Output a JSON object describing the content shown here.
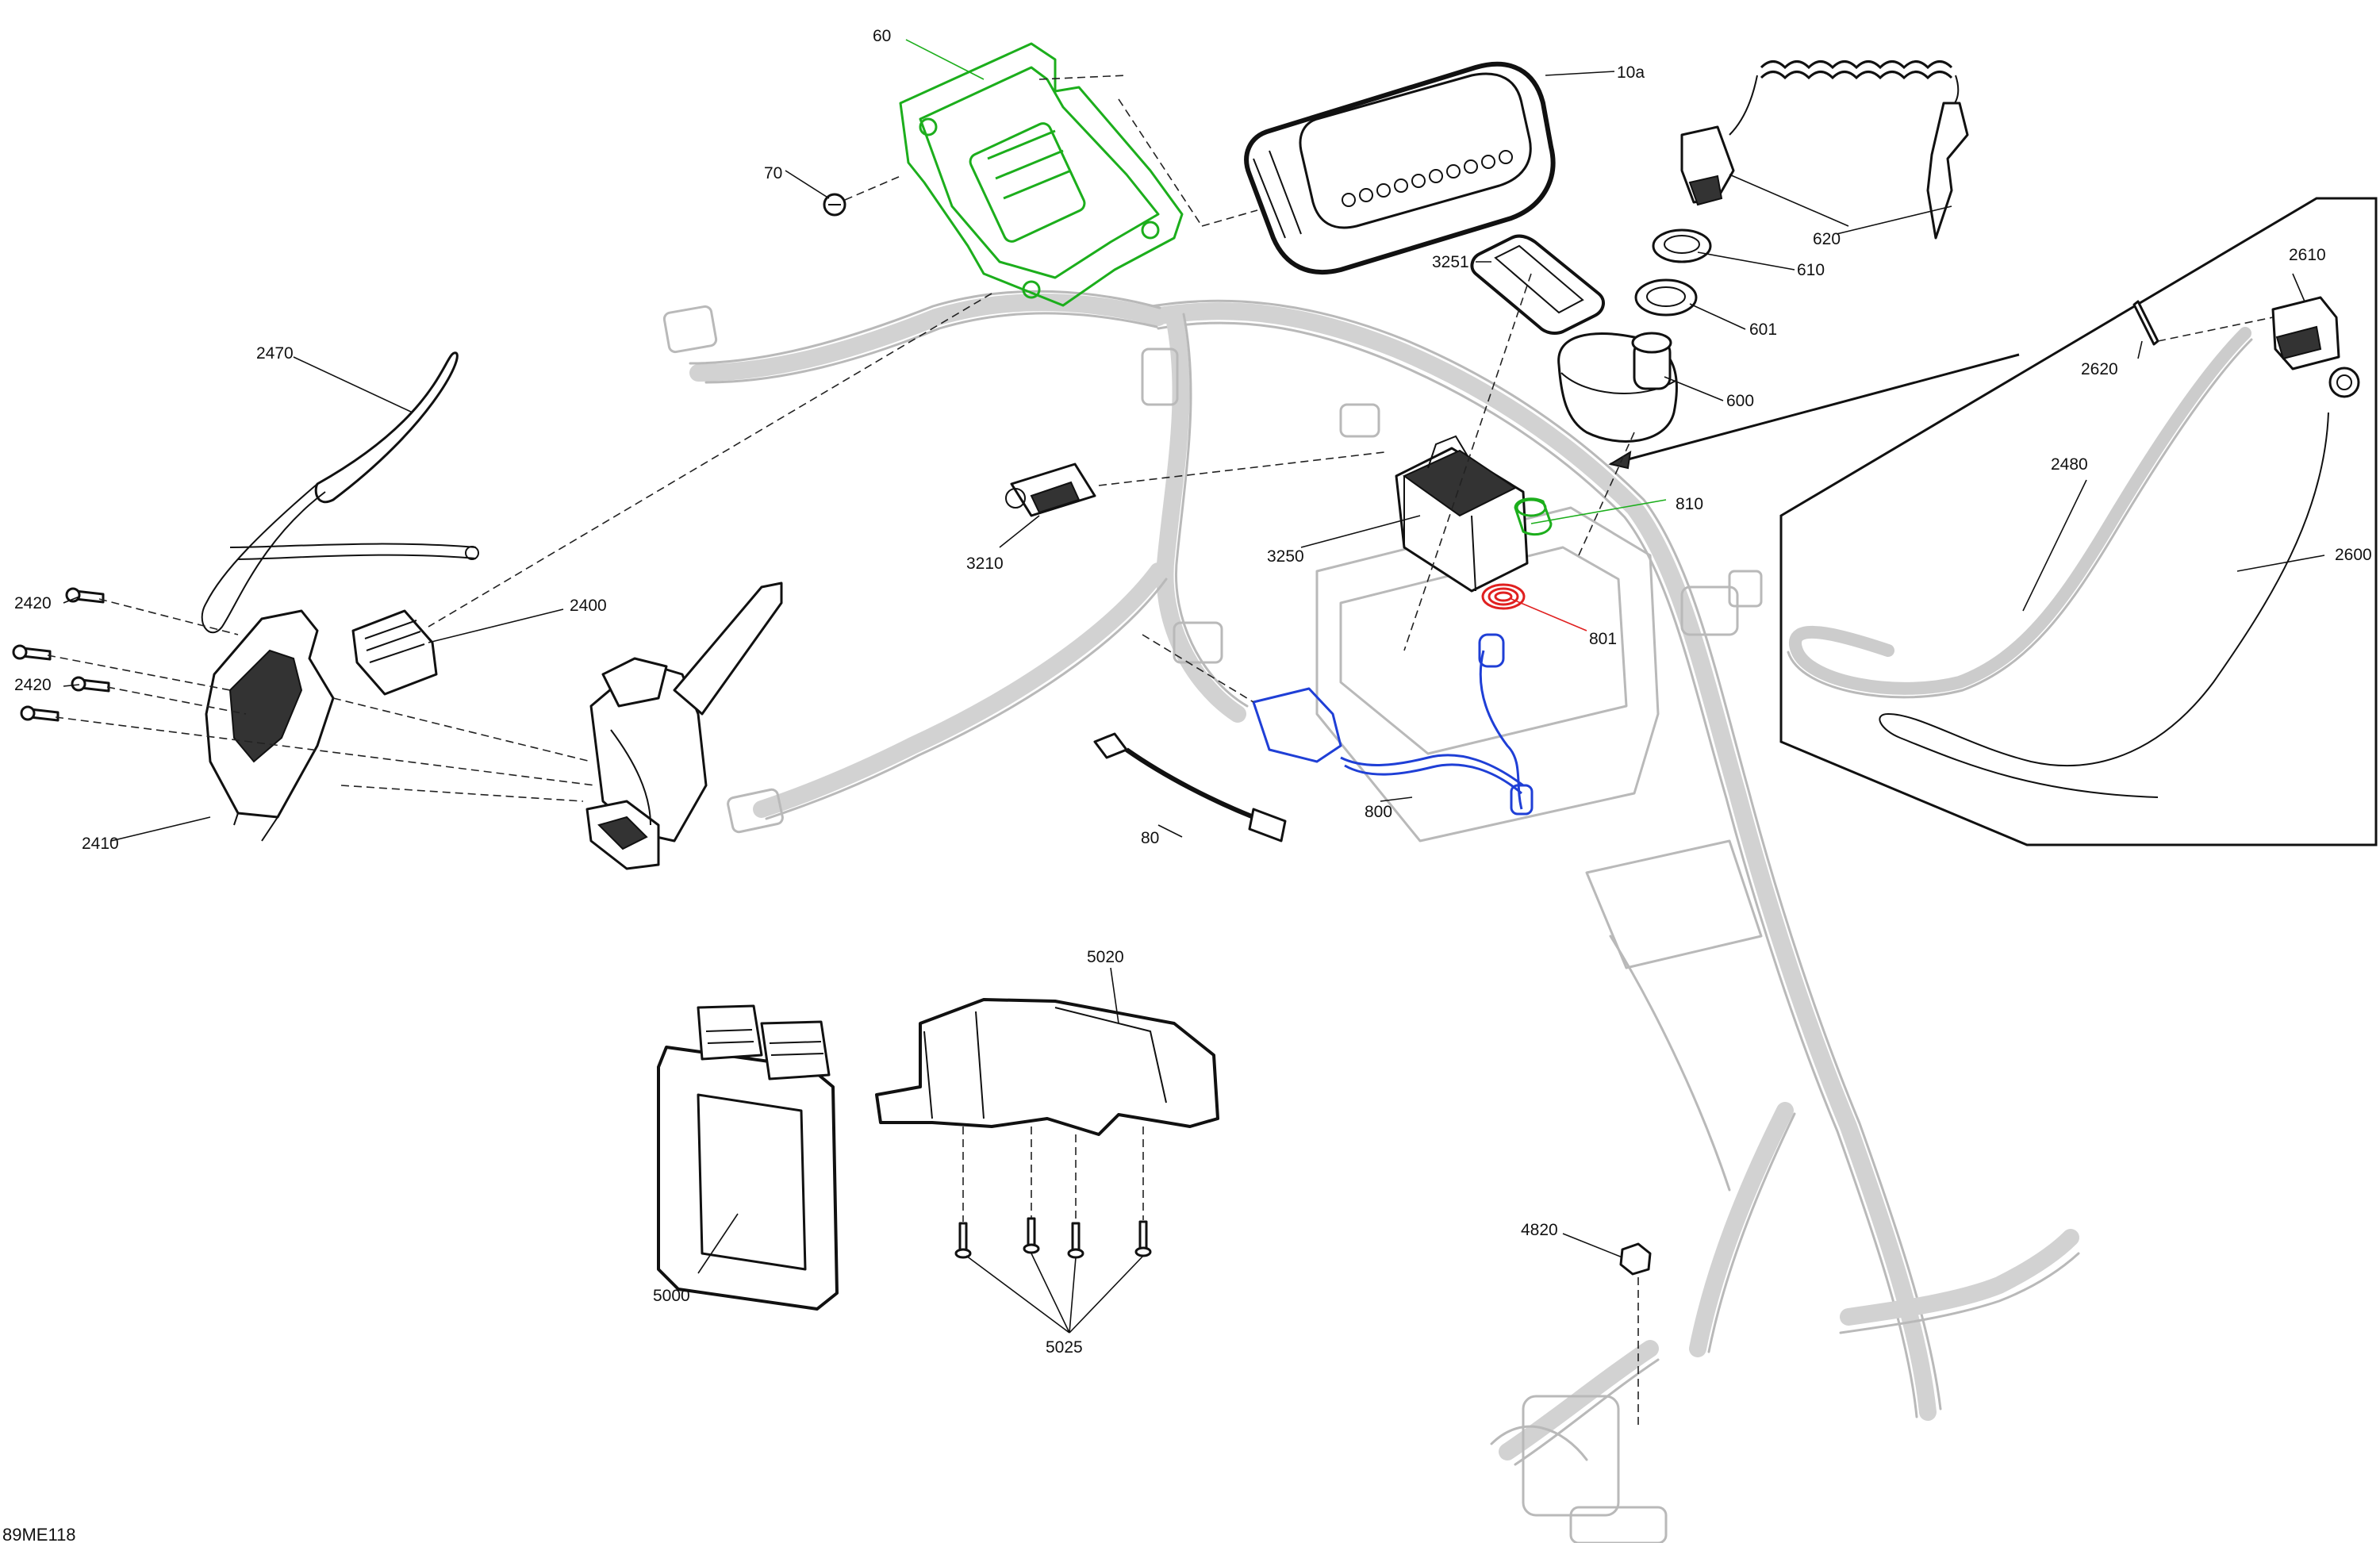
{
  "diagram": {
    "code": "89ME118",
    "colors": {
      "highlight_green": "#1cae1c",
      "highlight_blue": "#1f3fd6",
      "highlight_red": "#e02020"
    },
    "parts": [
      {
        "id": "p60",
        "label": "60"
      },
      {
        "id": "p70",
        "label": "70"
      },
      {
        "id": "p10a",
        "label": "10a"
      },
      {
        "id": "p620",
        "label": "620"
      },
      {
        "id": "p610",
        "label": "610"
      },
      {
        "id": "p601",
        "label": "601"
      },
      {
        "id": "p600",
        "label": "600"
      },
      {
        "id": "p3251",
        "label": "3251"
      },
      {
        "id": "p810",
        "label": "810"
      },
      {
        "id": "p801",
        "label": "801"
      },
      {
        "id": "p3250",
        "label": "3250"
      },
      {
        "id": "p3210",
        "label": "3210"
      },
      {
        "id": "p2470",
        "label": "2470"
      },
      {
        "id": "p2420a",
        "label": "2420"
      },
      {
        "id": "p2420b",
        "label": "2420"
      },
      {
        "id": "p2400",
        "label": "2400"
      },
      {
        "id": "p2410",
        "label": "2410"
      },
      {
        "id": "p80",
        "label": "80"
      },
      {
        "id": "p800",
        "label": "800"
      },
      {
        "id": "p2610",
        "label": "2610"
      },
      {
        "id": "p2620",
        "label": "2620"
      },
      {
        "id": "p2480",
        "label": "2480"
      },
      {
        "id": "p2600",
        "label": "2600"
      },
      {
        "id": "p5020",
        "label": "5020"
      },
      {
        "id": "p5000",
        "label": "5000"
      },
      {
        "id": "p5025",
        "label": "5025"
      },
      {
        "id": "p4820",
        "label": "4820"
      }
    ]
  }
}
